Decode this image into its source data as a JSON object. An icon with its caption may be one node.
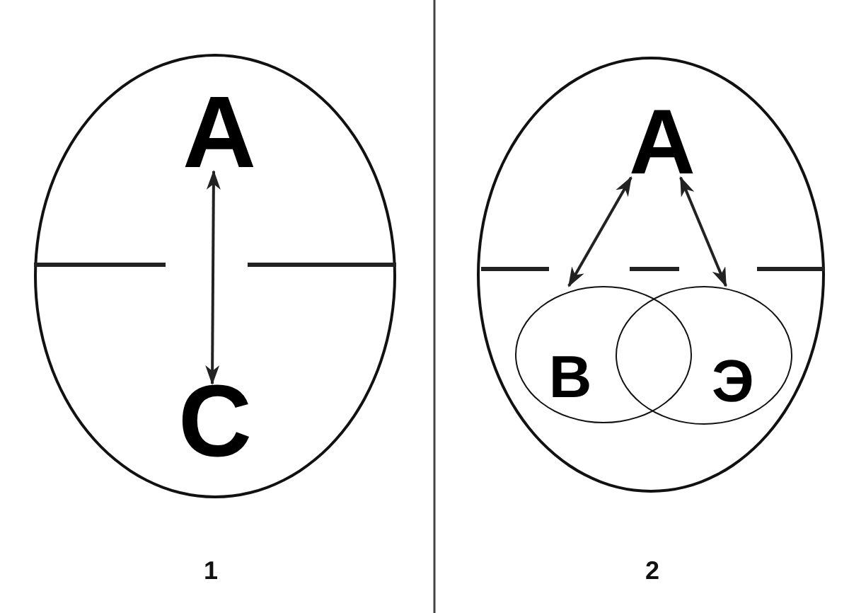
{
  "diagram": {
    "nodes": [
      {
        "text": [],
        "shape": "ellipse",
        "beside": [
          "1"
        ]
      },
      {
        "text": [
          "А"
        ],
        "in": 0
      },
      {
        "text": [
          "С"
        ],
        "in": 0
      },
      {
        "text": [],
        "shape": "ellipse",
        "beside": [
          "2"
        ]
      },
      {
        "text": [
          "А"
        ],
        "in": 3
      },
      {
        "text": [
          "В"
        ],
        "in": 3
      },
      {
        "text": [
          "Э"
        ],
        "in": 3
      }
    ],
    "edges": [
      {
        "from": 1,
        "to": 2,
        "arrow": "both"
      },
      {
        "from": 4,
        "to": 5,
        "arrow": "both"
      },
      {
        "from": 4,
        "to": 6,
        "arrow": "both"
      }
    ]
  }
}
